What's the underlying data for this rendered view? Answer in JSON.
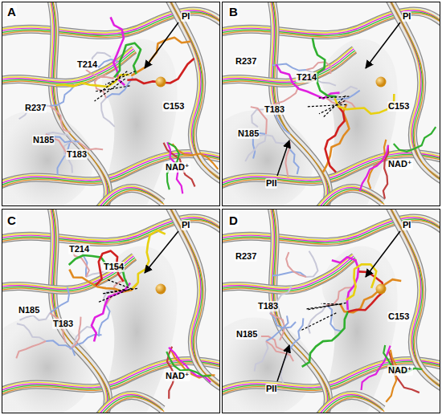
{
  "diagram": {
    "labels": [
      "A",
      "PI",
      "T214",
      "R237",
      "N185",
      "T183",
      "C153",
      "NAD⁺",
      "B",
      "PI",
      "R237",
      "T214",
      "T183",
      "C153",
      "N185",
      "PII",
      "NAD⁺",
      "C",
      "PI",
      "T214",
      "T154",
      "N185",
      "T183",
      "NAD⁺",
      "D",
      "PI",
      "R237",
      "T183",
      "C153",
      "N185",
      "PII",
      "NAD⁺"
    ]
  }
}
